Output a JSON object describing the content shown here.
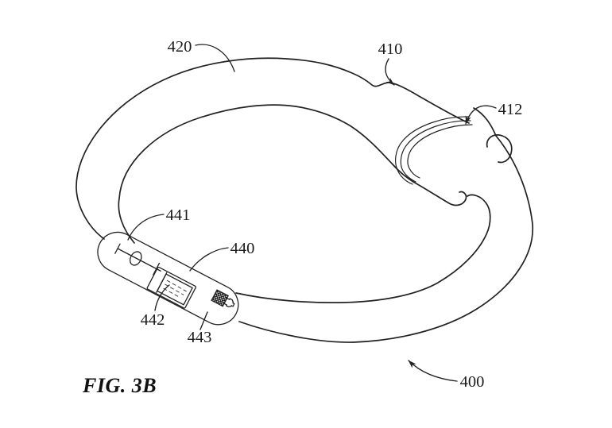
{
  "colors": {
    "background": "#ffffff",
    "line": "#222222",
    "text": "#1c1c1c"
  },
  "figure": {
    "caption": "FIG. 3B",
    "labels": {
      "band": "420",
      "clasp_housing": "410",
      "clasp_gate": "412",
      "slider": "441",
      "module": "440",
      "display": "442",
      "connector": "443",
      "device": "400"
    }
  }
}
